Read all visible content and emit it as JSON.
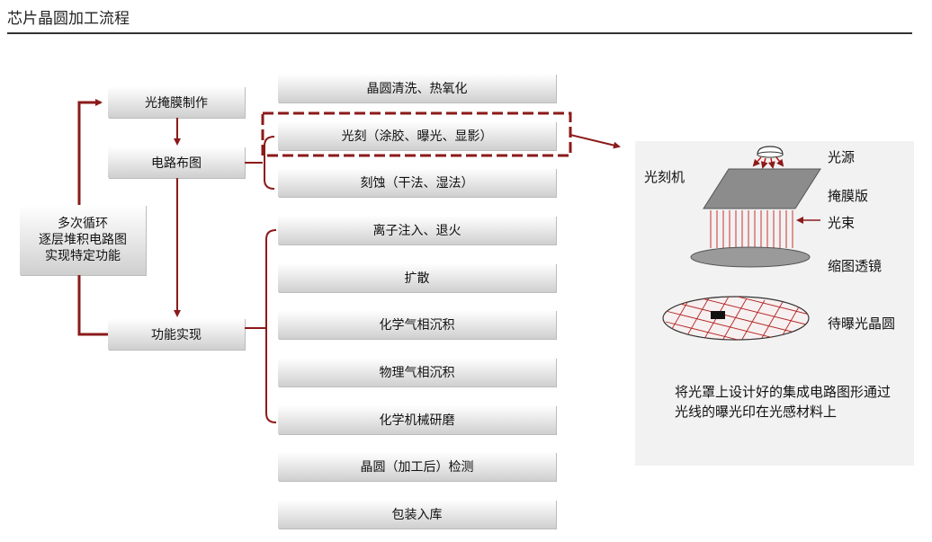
{
  "title": "芯片晶圆加工流程",
  "left_boxes": {
    "mask": "光掩膜制作",
    "layout": "电路布图",
    "loop": "多次循环\n逐层堆积电路图\n实现特定功能",
    "function": "功能实现"
  },
  "steps": [
    "晶圆清洗、热氧化",
    "光刻（涂胶、曝光、显影）",
    "刻蚀（干法、湿法）",
    "离子注入、退火",
    "扩散",
    "化学气相沉积",
    "物理气相沉积",
    "化学机械研磨",
    "晶圆（加工后）检测",
    "包装入库"
  ],
  "panel": {
    "machine": "光刻机",
    "source": "光源",
    "mask_plate": "掩膜版",
    "beam": "光束",
    "lens": "缩图透镜",
    "wafer": "待曝光晶圆",
    "description": "将光罩上设计好的集成电路图形通过光线的曝光印在光感材料上"
  },
  "colors": {
    "accent": "#8b1a1a",
    "box_fill": "#d9d9d9",
    "panel_fill": "#f2f2f2"
  }
}
